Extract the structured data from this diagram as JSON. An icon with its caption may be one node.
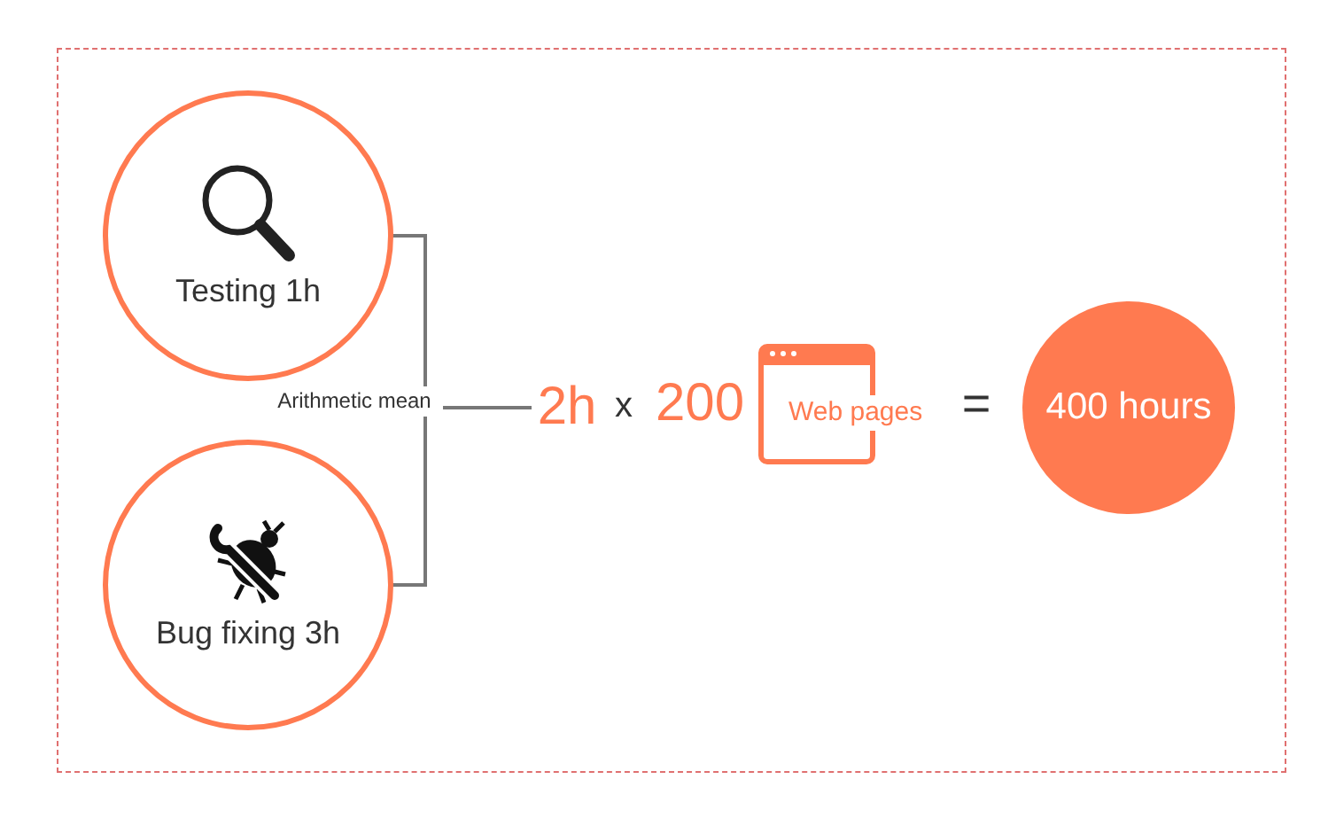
{
  "diagram": {
    "nodes": [
      {
        "text": [
          "Testing 1h"
        ]
      },
      {
        "text": [
          "Bug fixing 3h"
        ]
      },
      {
        "text": [
          "2h"
        ]
      },
      {
        "text": [
          "Web pages"
        ]
      },
      {
        "text": [
          "400 hours"
        ]
      }
    ],
    "edges": [
      {
        "from": 0,
        "to": 2,
        "arrow": "none"
      },
      {
        "from": 1,
        "to": 2,
        "arrow": "none"
      }
    ],
    "labels": [
      "Arithmetic mean",
      "x",
      "200",
      "="
    ]
  }
}
